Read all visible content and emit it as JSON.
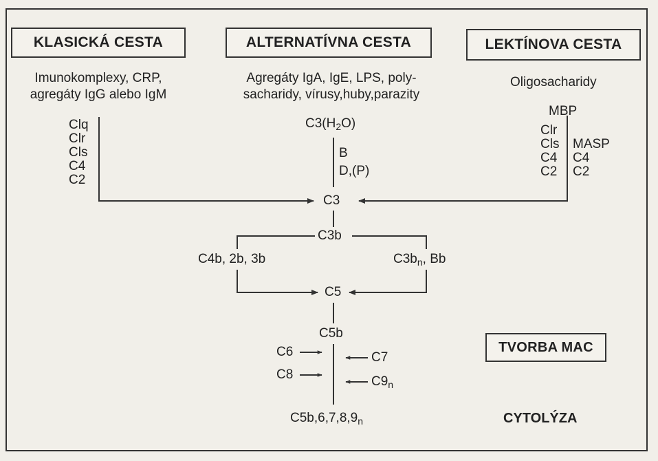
{
  "pathways": {
    "classical": {
      "title": "KLASICKÁ CESTA",
      "activators": [
        "Imunokomplexy, CRP,",
        "agregáty IgG alebo IgM"
      ],
      "components": [
        "Clq",
        "Clr",
        "Cls",
        "C4",
        "C2"
      ]
    },
    "alternative": {
      "title": "ALTERNATÍVNA CESTA",
      "activators": [
        "Agregáty IgA, IgE, LPS, poly-",
        "sacharidy, vírusy,huby,parazity"
      ],
      "c3_start": "C3(H",
      "c3_sub": "2",
      "c3_end": "O)",
      "components": [
        "B",
        "D,(P)"
      ]
    },
    "lectin": {
      "title": "LEKTÍNOVA CESTA",
      "activator": "Oligosacharidy",
      "mbp": "MBP",
      "left_components": [
        "Clr",
        "Cls",
        "C4",
        "C2"
      ],
      "masp": [
        "MASP",
        "C4",
        "C2"
      ]
    }
  },
  "cascade": {
    "c3": "C3",
    "c3b": "C3b",
    "classical_convertase": "C4b, 2b, 3b",
    "alt_convertase_start": "C3b",
    "alt_convertase_sub": "n",
    "alt_convertase_end": ", Bb",
    "c5": "C5",
    "c5b": "C5b",
    "c6": "C6",
    "c7": "C7",
    "c8": "C8",
    "c9": "C9",
    "c9_sub": "n",
    "final_complex": "C5b,6,7,8,9",
    "final_sub": "n"
  },
  "labels": {
    "mac": "TVORBA MAC",
    "cytolysis": "CYTOLÝZA"
  }
}
